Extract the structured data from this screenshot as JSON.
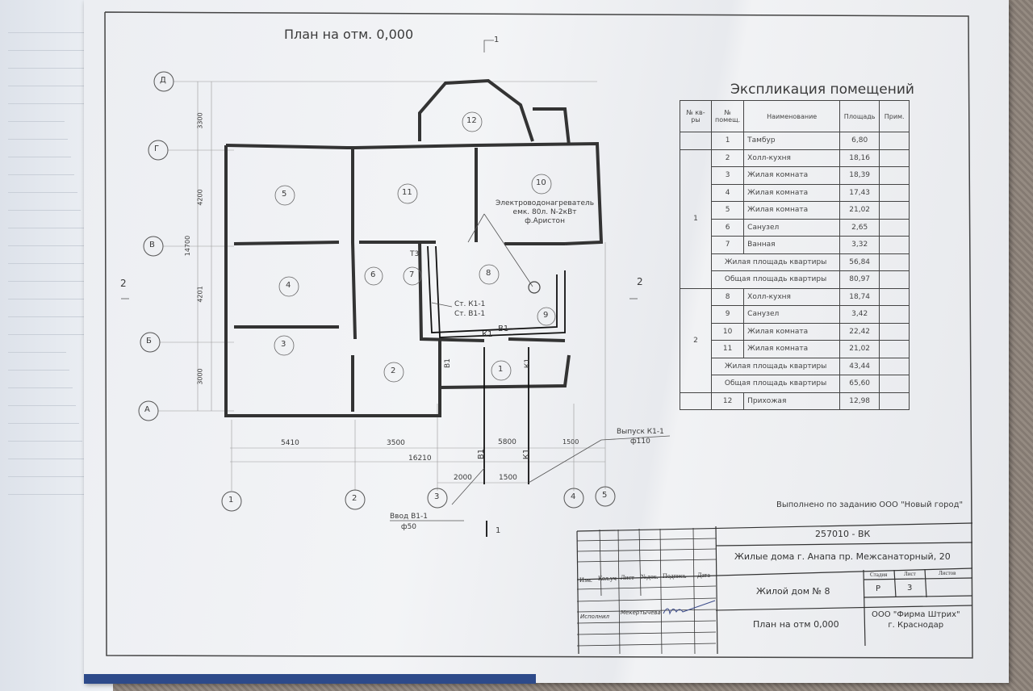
{
  "plan_title": "План на отм. 0,000",
  "section_marks": {
    "top": "1",
    "bottom": "1",
    "left": "2",
    "right": "2"
  },
  "axes_rows": [
    "Д",
    "Г",
    "В",
    "Б",
    "А"
  ],
  "axes_cols": [
    "1",
    "2",
    "3",
    "4",
    "5"
  ],
  "vertical_dims": [
    "3300",
    "4200",
    "4201",
    "3000"
  ],
  "vertical_total": "14700",
  "horizontal_dims": [
    "5410",
    "3500",
    "5800",
    "1500"
  ],
  "horizontal_total": "16210",
  "pipe_dims": [
    "2000",
    "1500"
  ],
  "rooms": [
    "1",
    "2",
    "3",
    "4",
    "5",
    "6",
    "7",
    "8",
    "9",
    "10",
    "11",
    "12"
  ],
  "pipe_labels": {
    "b1": "В1",
    "k1": "К1",
    "t3": "Т3"
  },
  "heater_note": [
    "Электроводонагреватель",
    "емк. 80л. N-2кВт",
    "ф.Аристон"
  ],
  "riser_note": [
    "Ст. К1-1",
    "Ст. В1-1"
  ],
  "outlet_note": [
    "Выпуск К1-1",
    "ф110"
  ],
  "inlet_note": [
    "Ввод В1-1",
    "ф50"
  ],
  "explication": {
    "title": "Экспликация помещений",
    "headers": [
      "№ кв-ры",
      "№ помещ.",
      "Наименование",
      "Площадь",
      "Прим."
    ],
    "rows": [
      {
        "apt": "",
        "num": "1",
        "name": "Тамбур",
        "area": "6,80"
      },
      {
        "apt": "1",
        "num": "2",
        "name": "Холл-кухня",
        "area": "18,16"
      },
      {
        "apt": "",
        "num": "3",
        "name": "Жилая комната",
        "area": "18,39"
      },
      {
        "apt": "",
        "num": "4",
        "name": "Жилая комната",
        "area": "17,43"
      },
      {
        "apt": "",
        "num": "5",
        "name": "Жилая комната",
        "area": "21,02"
      },
      {
        "apt": "",
        "num": "6",
        "name": "Санузел",
        "area": "2,65"
      },
      {
        "apt": "",
        "num": "7",
        "name": "Ванная",
        "area": "3,32"
      },
      {
        "apt": "",
        "summary": "Жилая площадь квартиры",
        "area": "56,84"
      },
      {
        "apt": "",
        "summary": "Общая площадь квартиры",
        "area": "80,97"
      },
      {
        "apt": "2",
        "num": "8",
        "name": "Холл-кухня",
        "area": "18,74"
      },
      {
        "apt": "",
        "num": "9",
        "name": "Санузел",
        "area": "3,42"
      },
      {
        "apt": "",
        "num": "10",
        "name": "Жилая комната",
        "area": "22,42"
      },
      {
        "apt": "",
        "num": "11",
        "name": "Жилая комната",
        "area": "21,02"
      },
      {
        "apt": "",
        "summary": "Жилая площадь квартиры",
        "area": "43,44"
      },
      {
        "apt": "",
        "summary": "Общая площадь квартиры",
        "area": "65,60"
      },
      {
        "apt": "",
        "num": "12",
        "name": "Прихожая",
        "area": "12,98"
      }
    ]
  },
  "title_block": {
    "commission": "Выполнено по заданию ООО \"Новый город\"",
    "code": "257010 - ВК",
    "project": "Жилые дома г. Анапа пр. Межсанаторный, 20",
    "building": "Жилой дом № 8",
    "sheet_title": "План на отм 0,000",
    "company": [
      "ООО \"Фирма Штрих\"",
      "г. Краснодар"
    ],
    "col_headers": [
      "Изм.",
      "Кол.уч",
      "Лист",
      "№док.",
      "Подпись",
      "Дата"
    ],
    "stage_headers": [
      "Стадия",
      "Лист",
      "Листов"
    ],
    "stage": "Р",
    "sheet": "3",
    "sheets": "",
    "role": "Исполнил",
    "person": "Мекертычева"
  }
}
